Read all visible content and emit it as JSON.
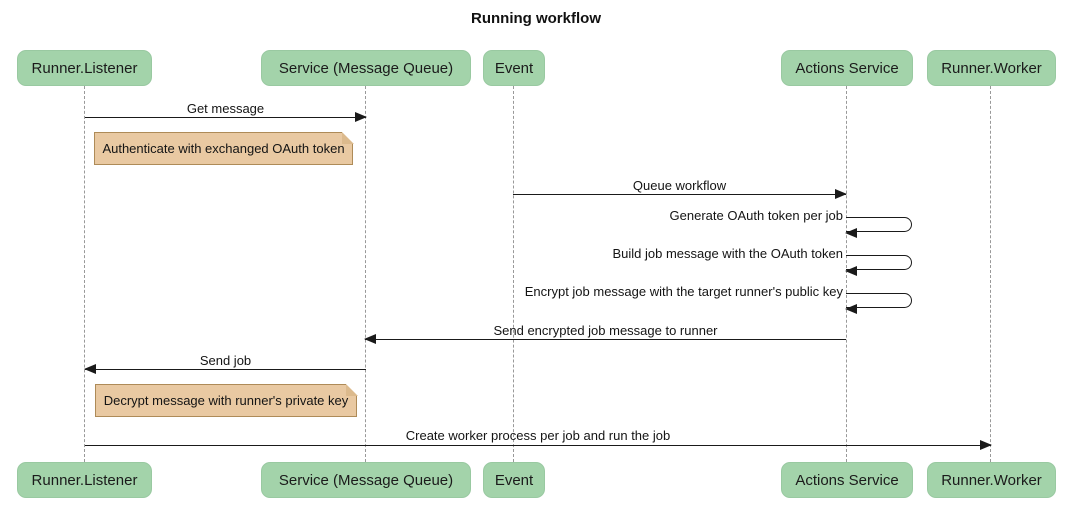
{
  "title": "Running workflow",
  "diagram": {
    "type": "sequence",
    "actors": [
      {
        "id": "runner-listener",
        "label": "Runner.Listener"
      },
      {
        "id": "service-message-queue",
        "label": "Service (Message Queue)"
      },
      {
        "id": "event",
        "label": "Event"
      },
      {
        "id": "actions-service",
        "label": "Actions Service"
      },
      {
        "id": "runner-worker",
        "label": "Runner.Worker"
      }
    ],
    "messages": [
      {
        "from": "Runner.Listener",
        "to": "Service (Message Queue)",
        "kind": "arrow",
        "direction": "right",
        "label": "Get message"
      },
      {
        "kind": "note",
        "over": "Runner.Listener",
        "label": "Authenticate with exchanged OAuth token"
      },
      {
        "from": "Event",
        "to": "Actions Service",
        "kind": "arrow",
        "direction": "right",
        "label": "Queue workflow"
      },
      {
        "from": "Actions Service",
        "to": "Actions Service",
        "kind": "self-loop",
        "label": "Generate OAuth token per job"
      },
      {
        "from": "Actions Service",
        "to": "Actions Service",
        "kind": "self-loop",
        "label": "Build job message with the OAuth token"
      },
      {
        "from": "Actions Service",
        "to": "Actions Service",
        "kind": "self-loop",
        "label": "Encrypt job message with the target runner's public key"
      },
      {
        "from": "Actions Service",
        "to": "Service (Message Queue)",
        "kind": "arrow",
        "direction": "left",
        "label": "Send encrypted job message to runner"
      },
      {
        "from": "Service (Message Queue)",
        "to": "Runner.Listener",
        "kind": "arrow",
        "direction": "left",
        "label": "Send job"
      },
      {
        "kind": "note",
        "over": "Runner.Listener",
        "label": "Decrypt message with runner's private key"
      },
      {
        "from": "Runner.Listener",
        "to": "Runner.Worker",
        "kind": "arrow",
        "direction": "right",
        "label": "Create worker process per job and run the job"
      }
    ],
    "colors": {
      "actor_fill": "#A3D3AA",
      "note_fill": "#E9C9A2",
      "note_border": "#AE8B58",
      "lifeline": "#999999",
      "arrow": "#1A1A1A",
      "background": "#FFFFFF"
    }
  }
}
